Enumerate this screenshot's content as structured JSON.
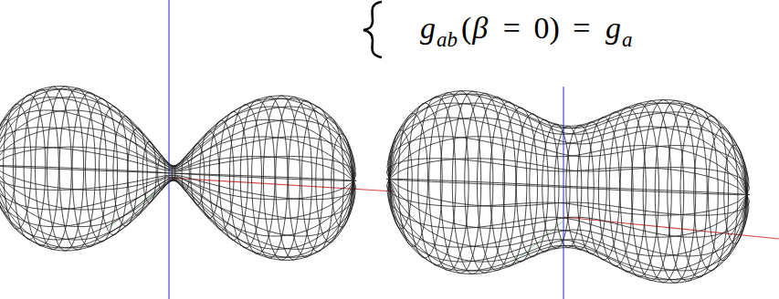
{
  "diagram": {
    "labels": [
      "g",
      "ab",
      "(",
      "β",
      " = 0) = ",
      "g",
      "a"
    ]
  }
}
